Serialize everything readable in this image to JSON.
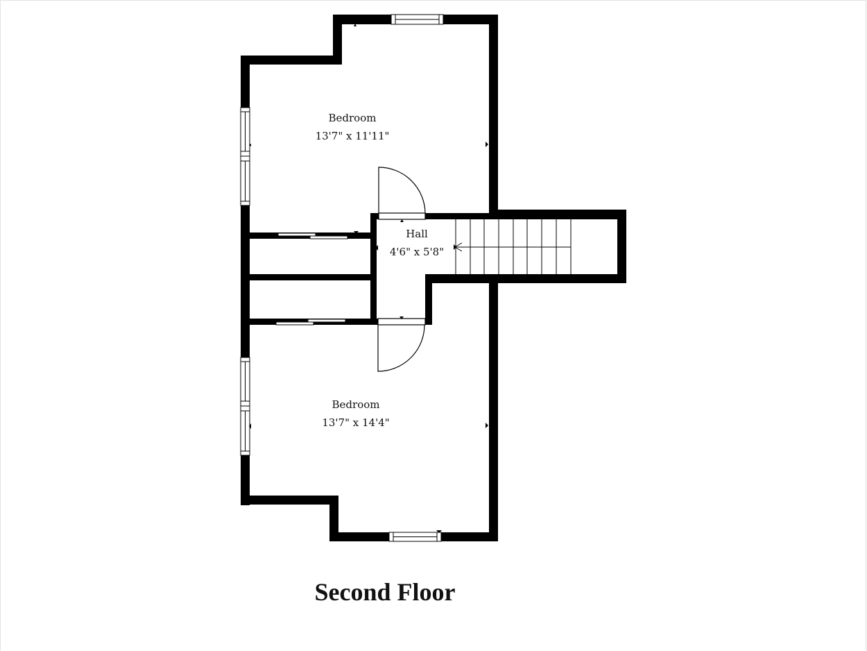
{
  "floor": {
    "title": "Second Floor"
  },
  "rooms": [
    {
      "name": "Bedroom",
      "dimensions": "13'7\" x 11'11\""
    },
    {
      "name": "Hall",
      "dimensions": "4'6\" x 5'8\""
    },
    {
      "name": "Bedroom",
      "dimensions": "13'7\" x 14'4\""
    }
  ],
  "colors": {
    "wall": "#000000",
    "background": "#ffffff",
    "text": "#111111"
  },
  "features": {
    "windows": 5,
    "doors": 2,
    "closets": 2,
    "stair_treads": 9
  }
}
